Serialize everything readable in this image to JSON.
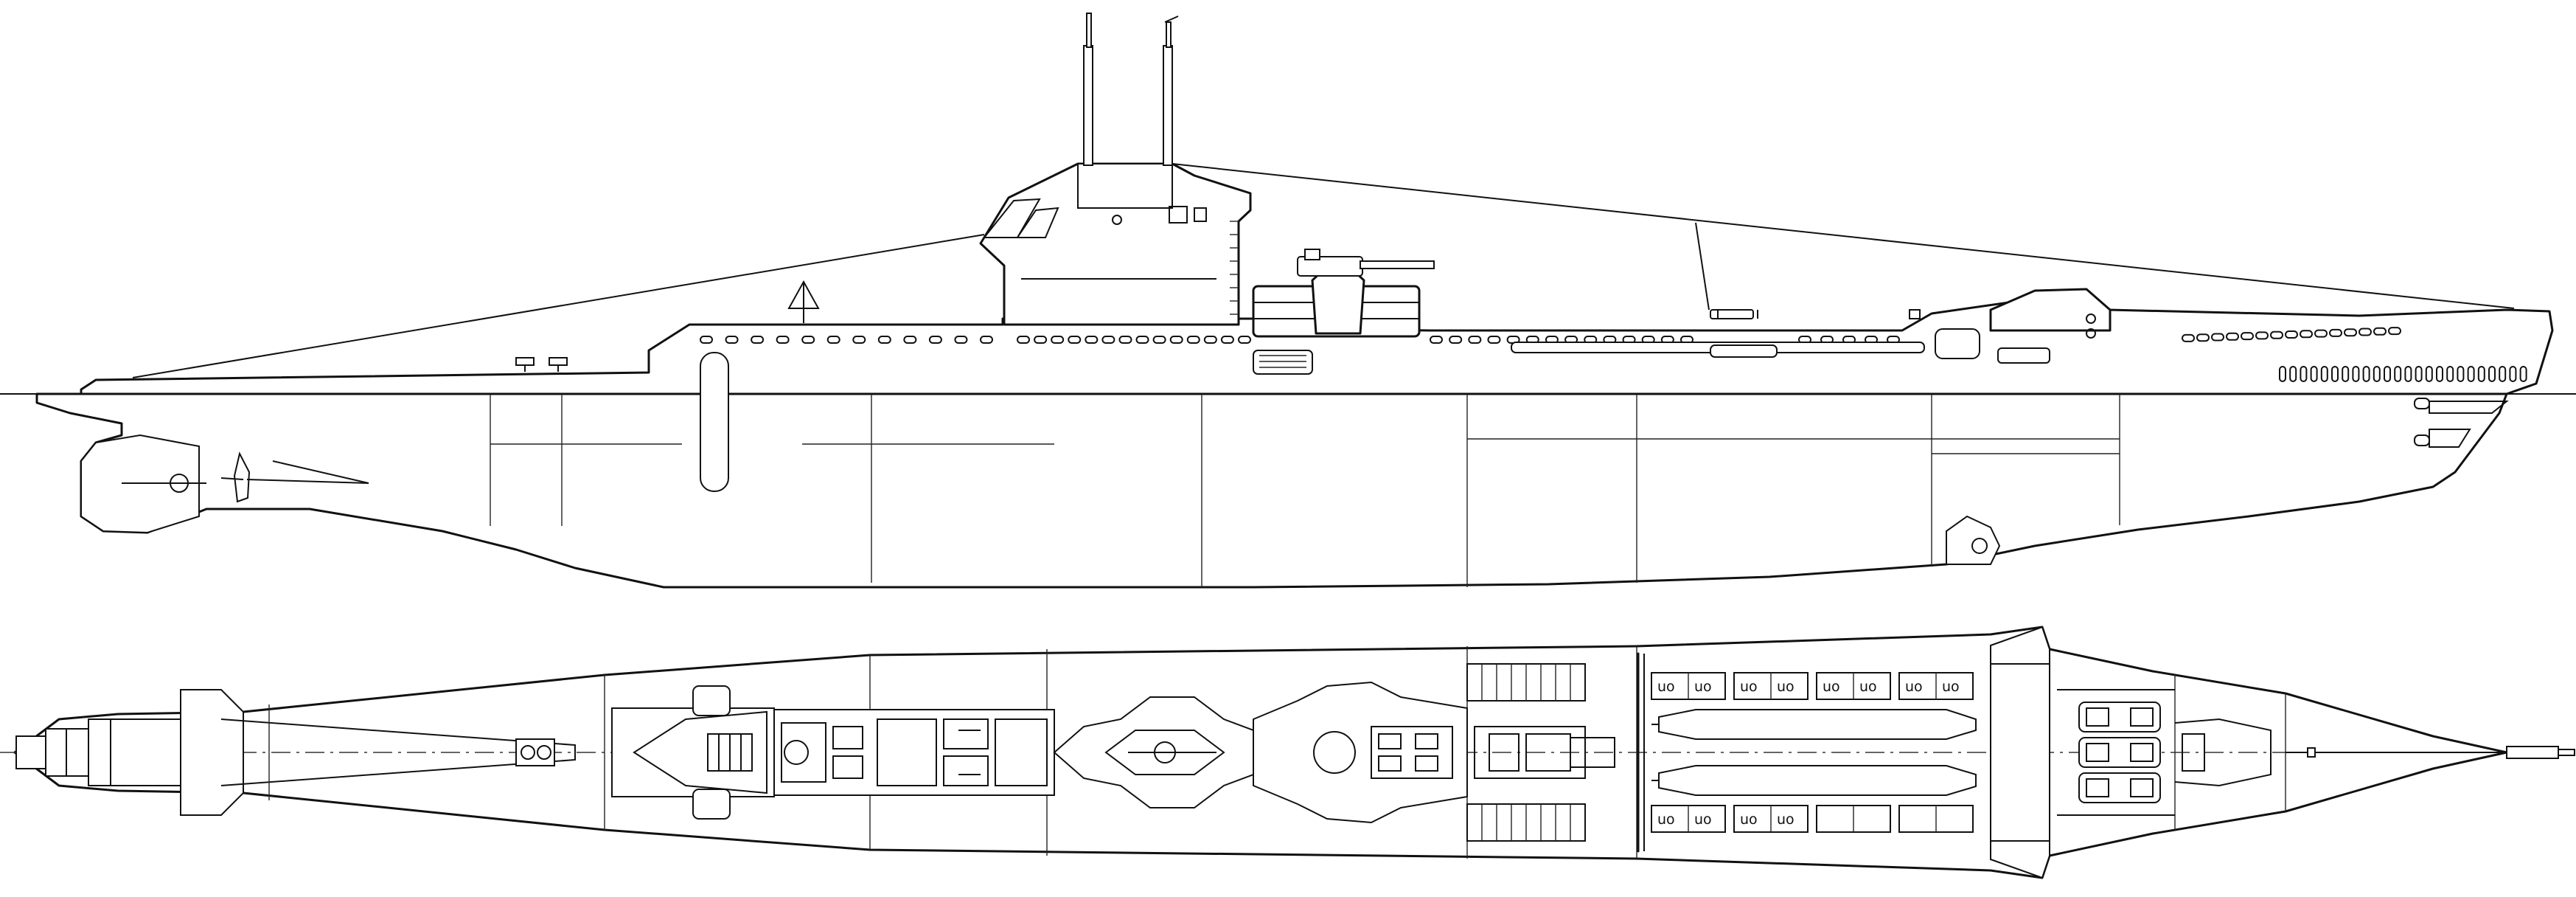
{
  "drawing": {
    "views": [
      {
        "id": "side",
        "kind": "side-elevation"
      },
      {
        "id": "plan",
        "kind": "plan-cutaway"
      }
    ],
    "stroke_color": "#111111",
    "background_color": "#ffffff",
    "torpedo_rack_label": "uo",
    "torpedo_rack_label_count": 12,
    "deck_portholes_count": 60,
    "bow_vent_slots_count": 24
  }
}
